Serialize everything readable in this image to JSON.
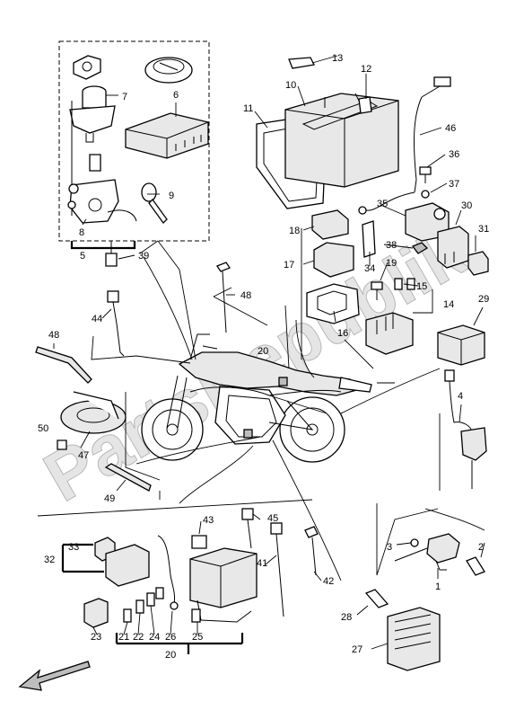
{
  "watermark": "PartsRepublik",
  "callouts": {
    "c1": "1",
    "c2": "2",
    "c3": "3",
    "c4": "4",
    "c5": "5",
    "c6": "6",
    "c7": "7",
    "c8": "8",
    "c9": "9",
    "c10": "10",
    "c11": "11",
    "c12": "12",
    "c13": "13",
    "c14": "14",
    "c15": "15",
    "c16": "16",
    "c17": "17",
    "c18": "18",
    "c19": "19",
    "c20a": "20",
    "c20b": "20",
    "c21": "21",
    "c22": "22",
    "c23": "23",
    "c24": "24",
    "c25": "25",
    "c26": "26",
    "c27": "27",
    "c28": "28",
    "c29": "29",
    "c30": "30",
    "c31": "31",
    "c32": "32",
    "c33": "33",
    "c34": "34",
    "c35": "35",
    "c36": "36",
    "c37": "37",
    "c38": "38",
    "c39": "39",
    "c41": "41",
    "c42": "42",
    "c43": "43",
    "c44": "44",
    "c45": "45",
    "c46": "46",
    "c47": "47",
    "c48a": "48",
    "c48b": "48",
    "c49": "49",
    "c50": "50"
  },
  "icons": {
    "direction_arrow": "arrow-down-left-icon"
  }
}
